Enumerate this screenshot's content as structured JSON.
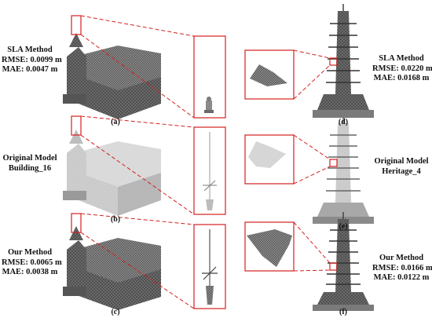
{
  "panels": {
    "a": {
      "caption": "(a)",
      "lines": [
        "SLA Method",
        "RMSE: 0.0099 m",
        "MAE: 0.0047 m"
      ]
    },
    "b": {
      "caption": "(b)",
      "lines": [
        "Original Model",
        "Building_16"
      ]
    },
    "c": {
      "caption": "(c)",
      "lines": [
        "Our Method",
        "RMSE: 0.0065 m",
        "MAE: 0.0038 m"
      ]
    },
    "d": {
      "caption": "(d)",
      "lines": [
        "SLA Method",
        "RMSE: 0.0220 m",
        "MAE: 0.0168 m"
      ]
    },
    "e": {
      "caption": "(e)",
      "lines": [
        "Original Model",
        "Heritage_4"
      ]
    },
    "f": {
      "caption": "(f)",
      "lines": [
        "Our Method",
        "RMSE: 0.0166 m",
        "MAE: 0.0122 m"
      ]
    }
  },
  "colors": {
    "highlight": "#d62020",
    "mesh_dark": "#5a5a5a",
    "mesh_light": "#c8c8c8"
  }
}
